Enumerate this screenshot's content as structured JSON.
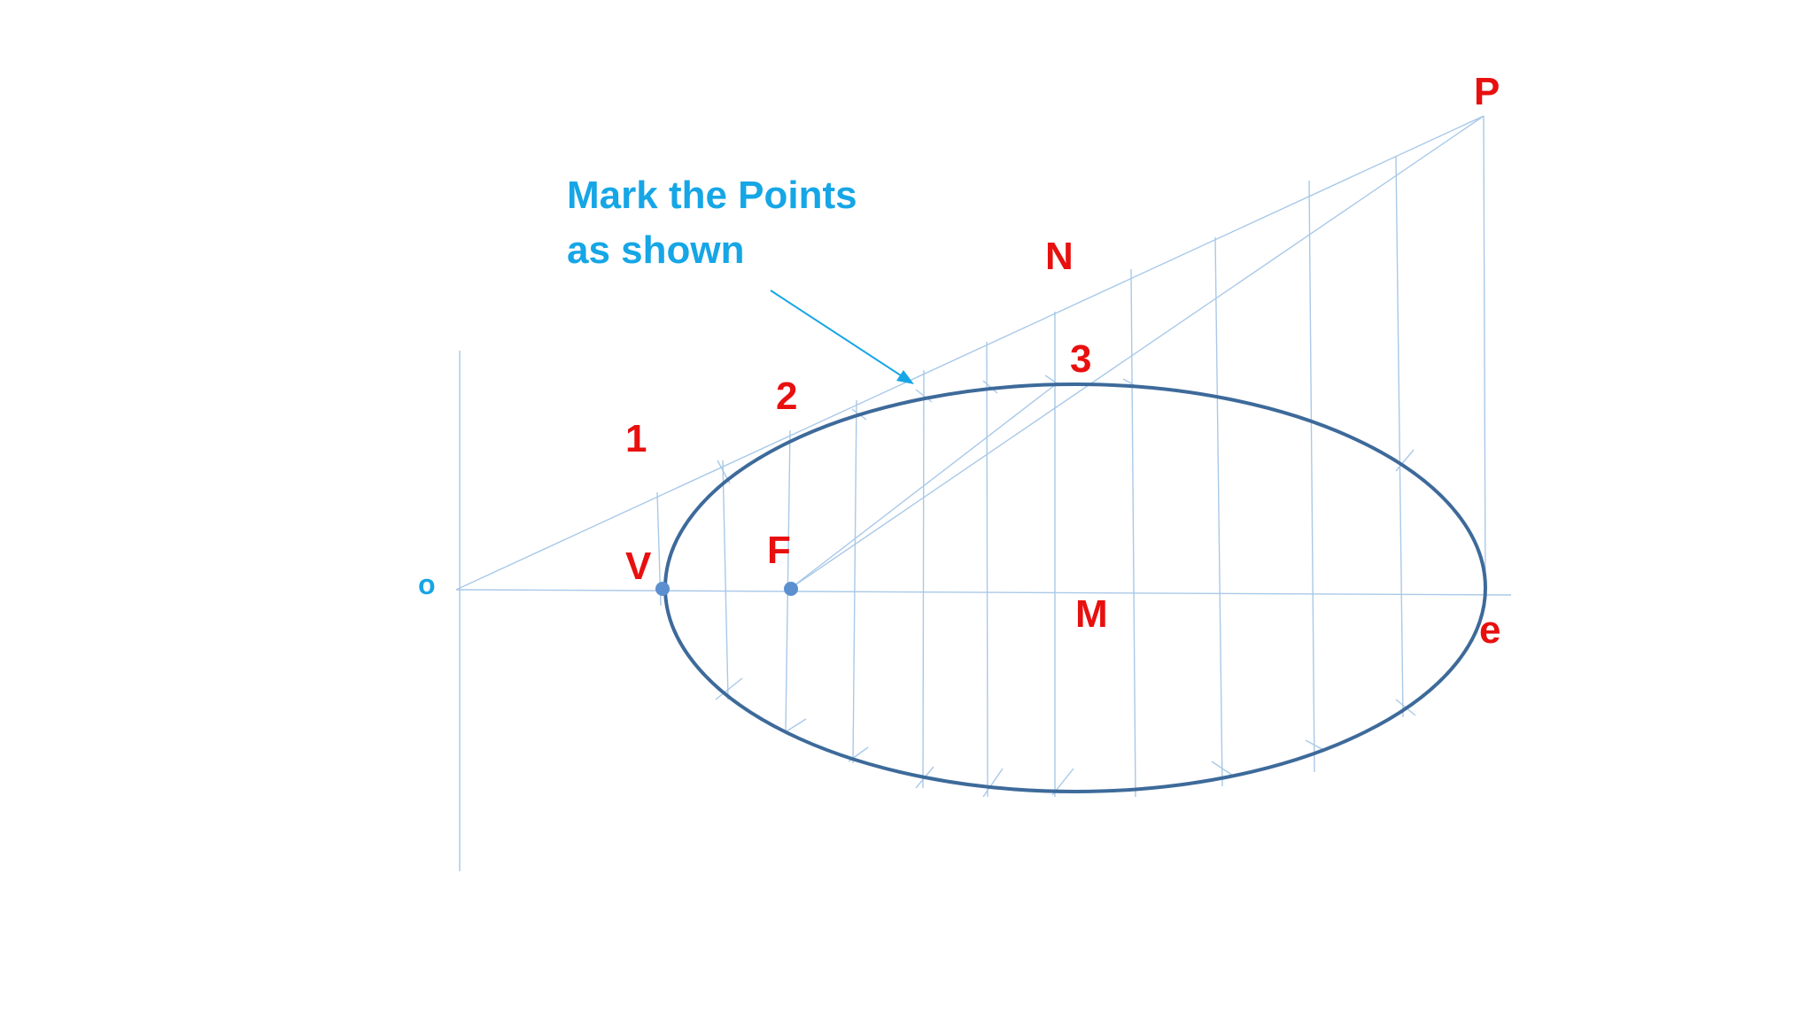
{
  "colors": {
    "construction_line": "#a9c9e8",
    "ellipse_stroke": "#3d6a9a",
    "point_fill": "#5b8fd0",
    "label_red": "#e8100f",
    "annotation_blue": "#16a6e6",
    "background": "#ffffff"
  },
  "annotation": {
    "line1": "Mark the Points",
    "line2": "as shown"
  },
  "labels": {
    "o": "o",
    "V": "V",
    "F": "F",
    "M": "M",
    "e": "e",
    "P": "P",
    "N": "N",
    "p1": "1",
    "p2": "2",
    "p3": "3"
  }
}
